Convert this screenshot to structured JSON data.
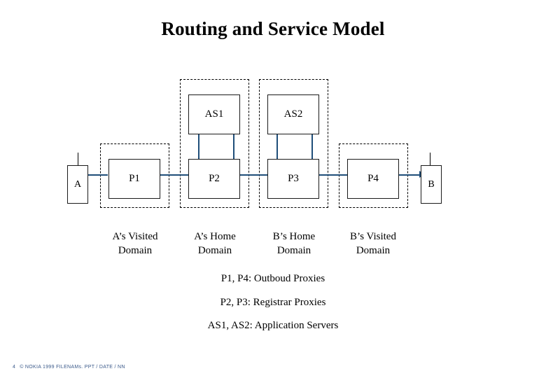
{
  "slide": {
    "title": "Routing and Service Model",
    "nodes": {
      "a": "A",
      "b": "B",
      "p1": "P1",
      "p2": "P2",
      "p3": "P3",
      "p4": "P4",
      "as1": "AS1",
      "as2": "AS2"
    },
    "captions": [
      "A’s Visited\nDomain",
      "A’s Home\nDomain",
      "B’s Home\nDomain",
      "B’s Visited\nDomain"
    ],
    "caption_lines": {
      "c1l1": "A’s Visited",
      "c1l2": "Domain",
      "c2l1": "A’s Home",
      "c2l2": "Domain",
      "c3l1": "B’s Home",
      "c3l2": "Domain",
      "c4l1": "B’s Visited",
      "c4l2": "Domain"
    },
    "legend": [
      "P1, P4: Outboud Proxies",
      "P2, P3: Registrar Proxies",
      "AS1, AS2: Application Servers"
    ],
    "footer": {
      "page_number": "4",
      "text": "© NOKIA 1999  FILENAMs. PPT / DATE / NN"
    },
    "colors": {
      "link": "#1f4e79",
      "box_border": "#1a1a1a",
      "footer": "#3b5a8a"
    }
  }
}
